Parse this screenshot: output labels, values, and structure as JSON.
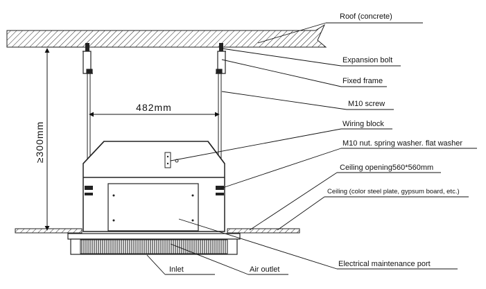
{
  "diagram": {
    "labels": {
      "roof": "Roof (concrete)",
      "expansion_bolt": "Expansion bolt",
      "fixed_frame": "Fixed frame",
      "m10_screw": "M10 screw",
      "wiring_block": "Wiring block",
      "m10_nut": "M10 nut. spring washer. flat washer",
      "ceiling_opening": "Ceiling opening560*560mm",
      "ceiling": "Ceiling (color steel plate, gypsum board, etc.)",
      "electrical_port": "Electrical maintenance port",
      "inlet": "Inlet",
      "air_outlet": "Air outlet"
    },
    "dimensions": {
      "width": "482mm",
      "height": "≥300mm"
    }
  }
}
